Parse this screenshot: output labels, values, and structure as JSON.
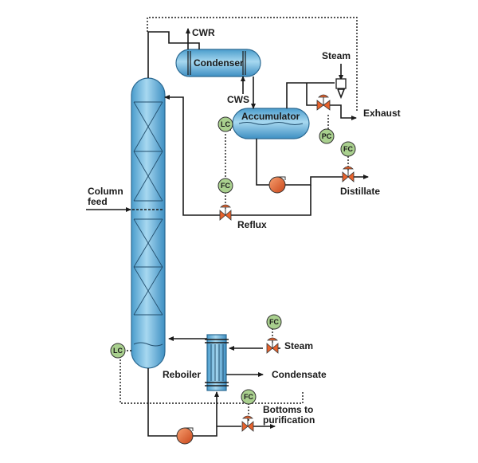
{
  "labels": {
    "cwr": "CWR",
    "condenser": "Condenser",
    "cws": "CWS",
    "steam_top": "Steam",
    "accumulator": "Accumulator",
    "exhaust": "Exhaust",
    "column_feed": "Column feed",
    "distillate": "Distillate",
    "reflux": "Reflux",
    "steam_bottom": "Steam",
    "reboiler": "Reboiler",
    "condensate": "Condensate",
    "bottoms": "Bottoms to purification"
  },
  "instruments": {
    "lc_top": "LC",
    "fc_reflux": "FC",
    "pc": "PC",
    "fc_distillate": "FC",
    "fc_steam": "FC",
    "lc_bottom": "LC",
    "fc_bottoms": "FC"
  },
  "colors": {
    "vessel": "#7ec3e6",
    "instrument": "#a9d08e",
    "valve": "#e8622c",
    "pump": "#e8622c"
  }
}
